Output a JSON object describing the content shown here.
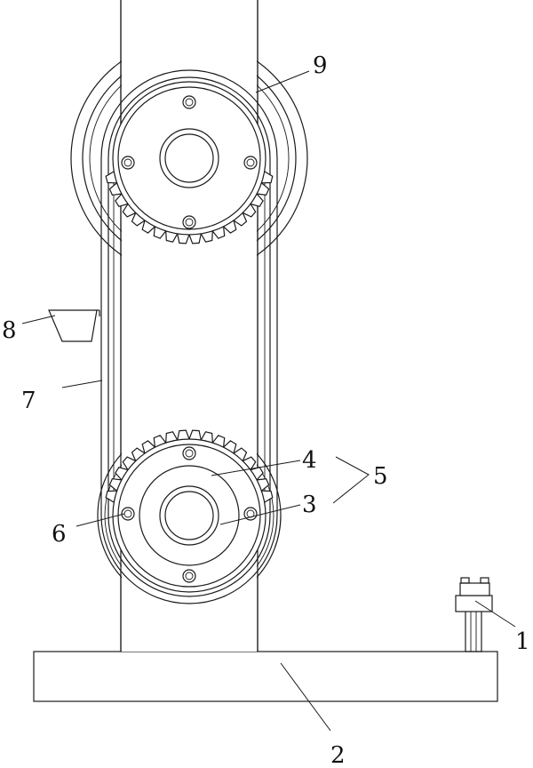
{
  "labels": {
    "part_1": "1",
    "part_2": "2",
    "part_3": "3",
    "part_4": "4",
    "part_5": "5",
    "part_6": "6",
    "part_7": "7",
    "part_8": "8",
    "part_9": "9"
  },
  "colors": {
    "line": "#1a1a1a",
    "background": "#ffffff"
  }
}
